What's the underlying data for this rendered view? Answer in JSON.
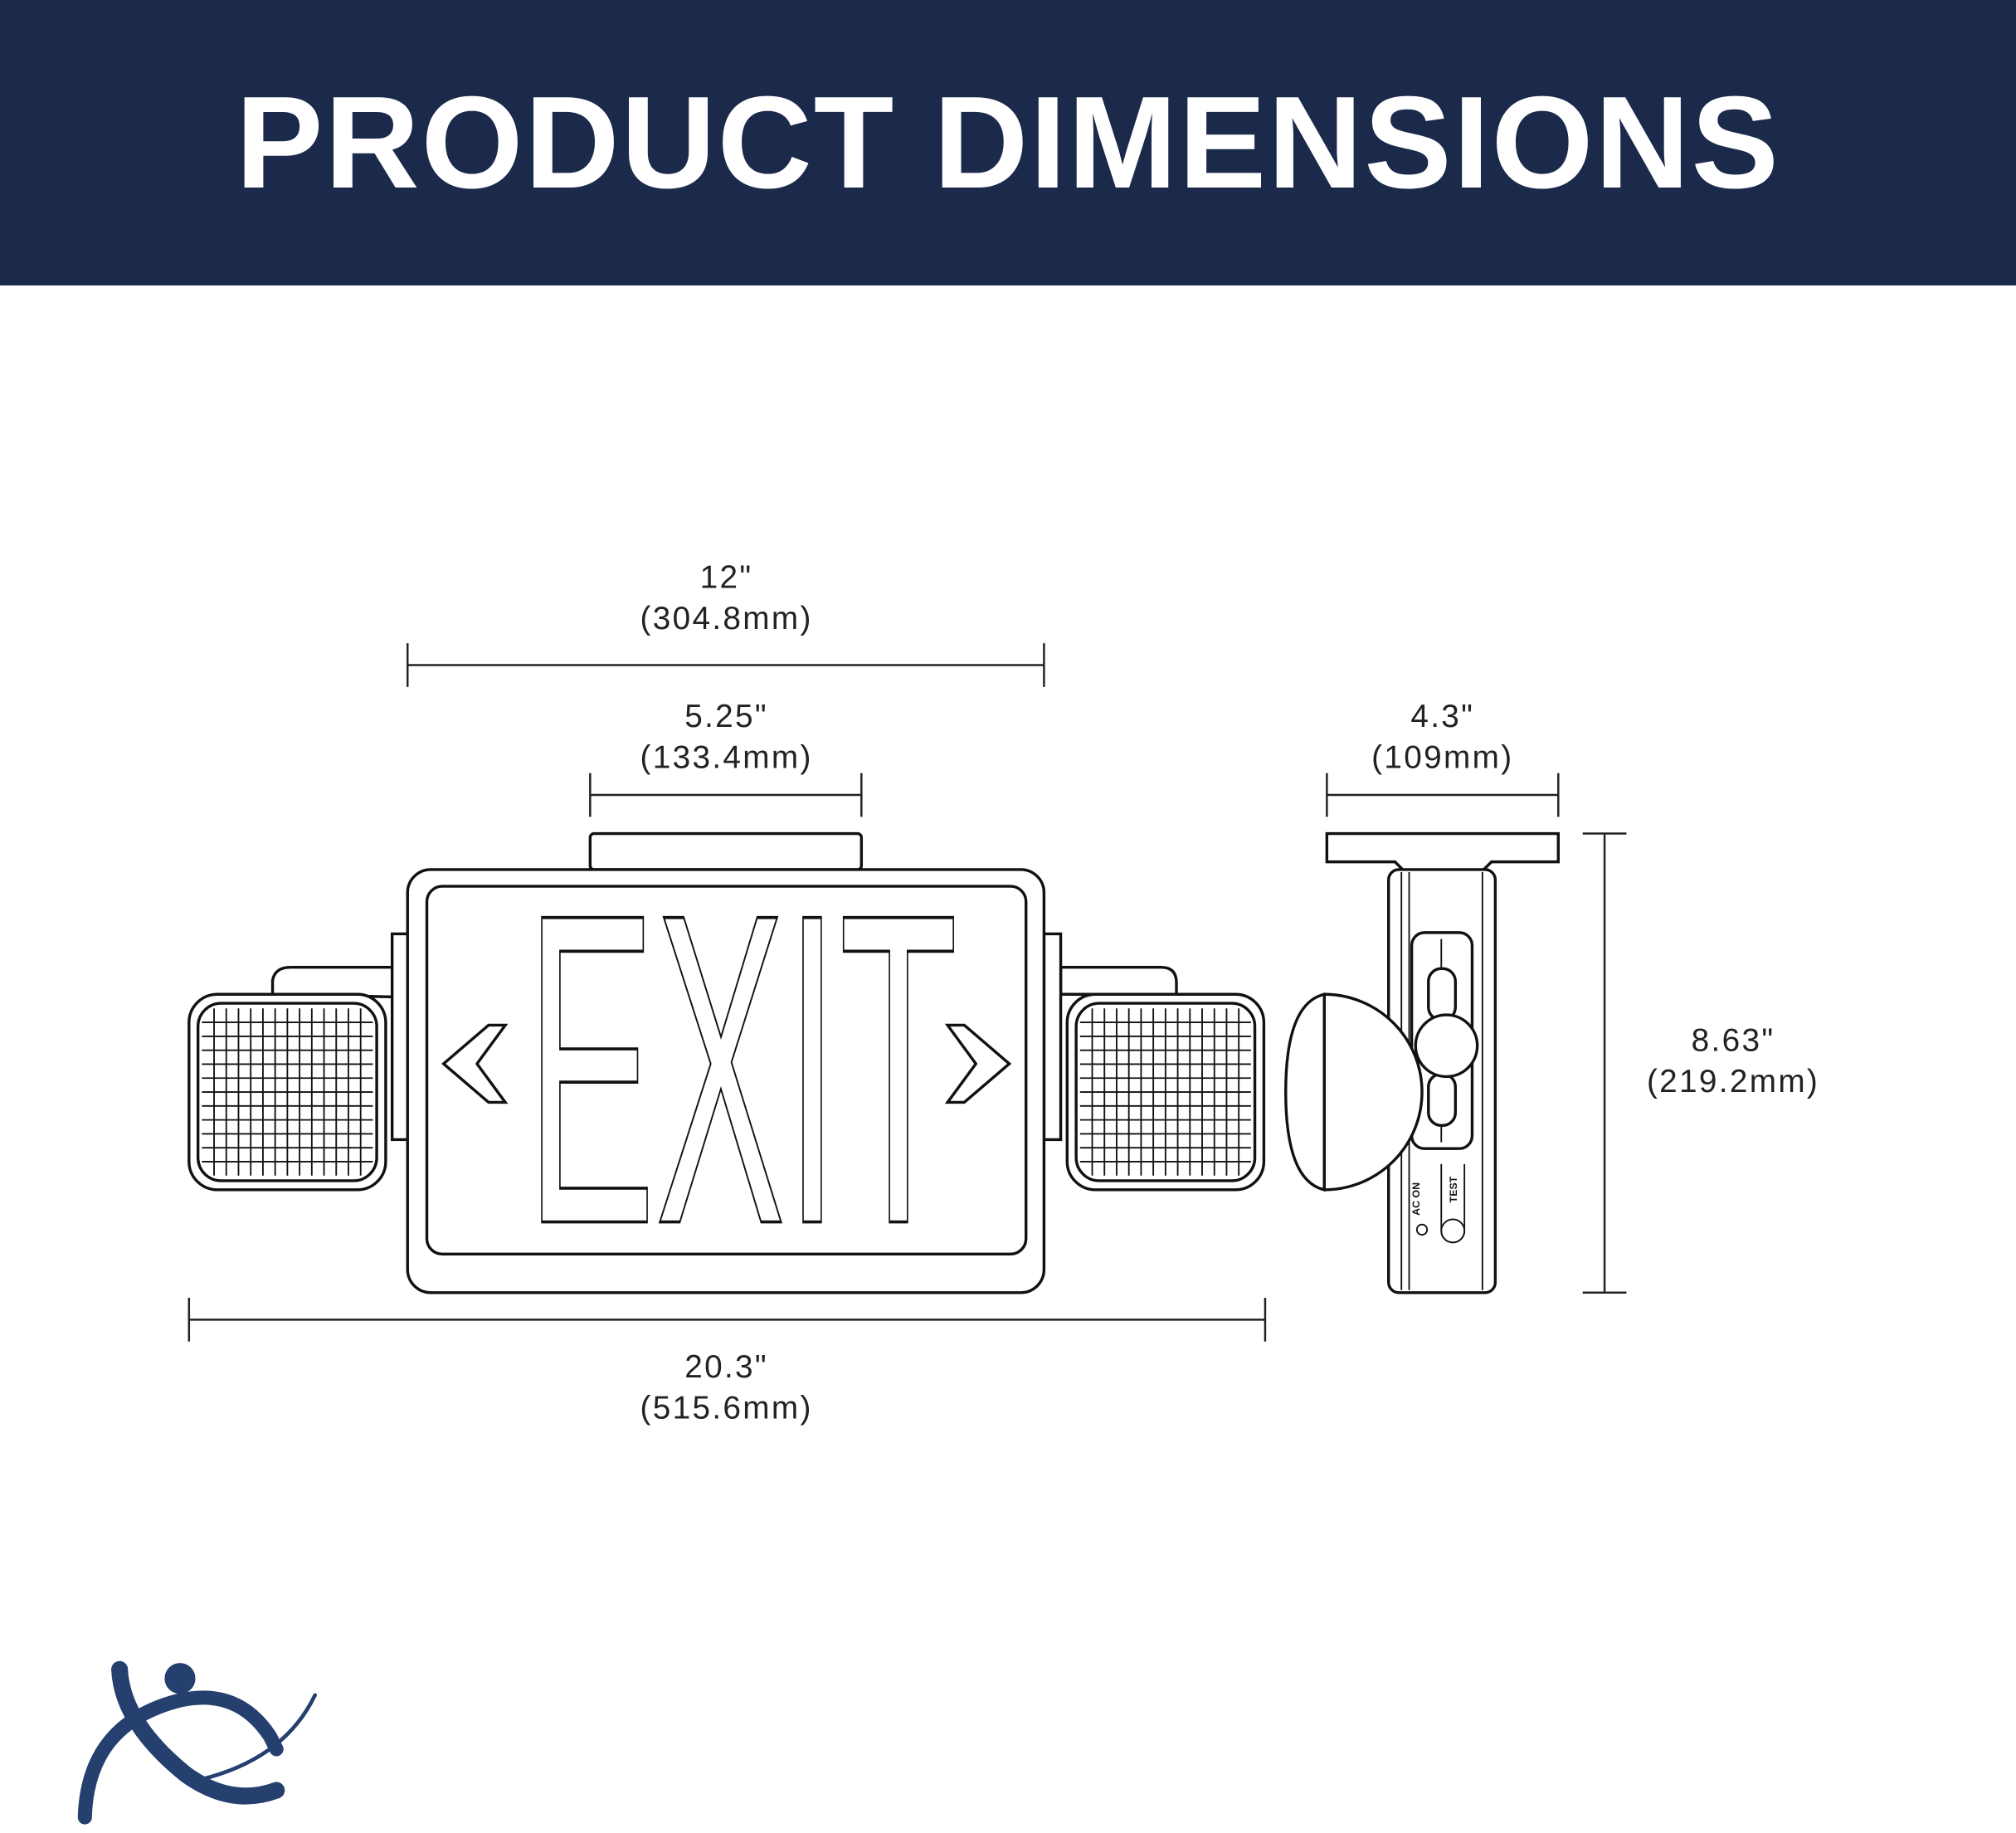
{
  "header": {
    "title": "PRODUCT DIMENSIONS"
  },
  "dimensions": {
    "top_width": {
      "inches": "12\"",
      "mm": "(304.8mm)"
    },
    "mount_width": {
      "inches": "5.25\"",
      "mm": "(133.4mm)"
    },
    "depth": {
      "inches": "4.3\"",
      "mm": "(109mm)"
    },
    "height": {
      "inches": "8.63\"",
      "mm": "(219.2mm)"
    },
    "overall_width": {
      "inches": "20.3\"",
      "mm": "(515.6mm)"
    }
  },
  "sign": {
    "text": "EXIT"
  },
  "side_labels": {
    "indicator": "AC ON",
    "button": "TEST"
  },
  "colors": {
    "brand": "#1b294b",
    "logo": "#25406f"
  }
}
